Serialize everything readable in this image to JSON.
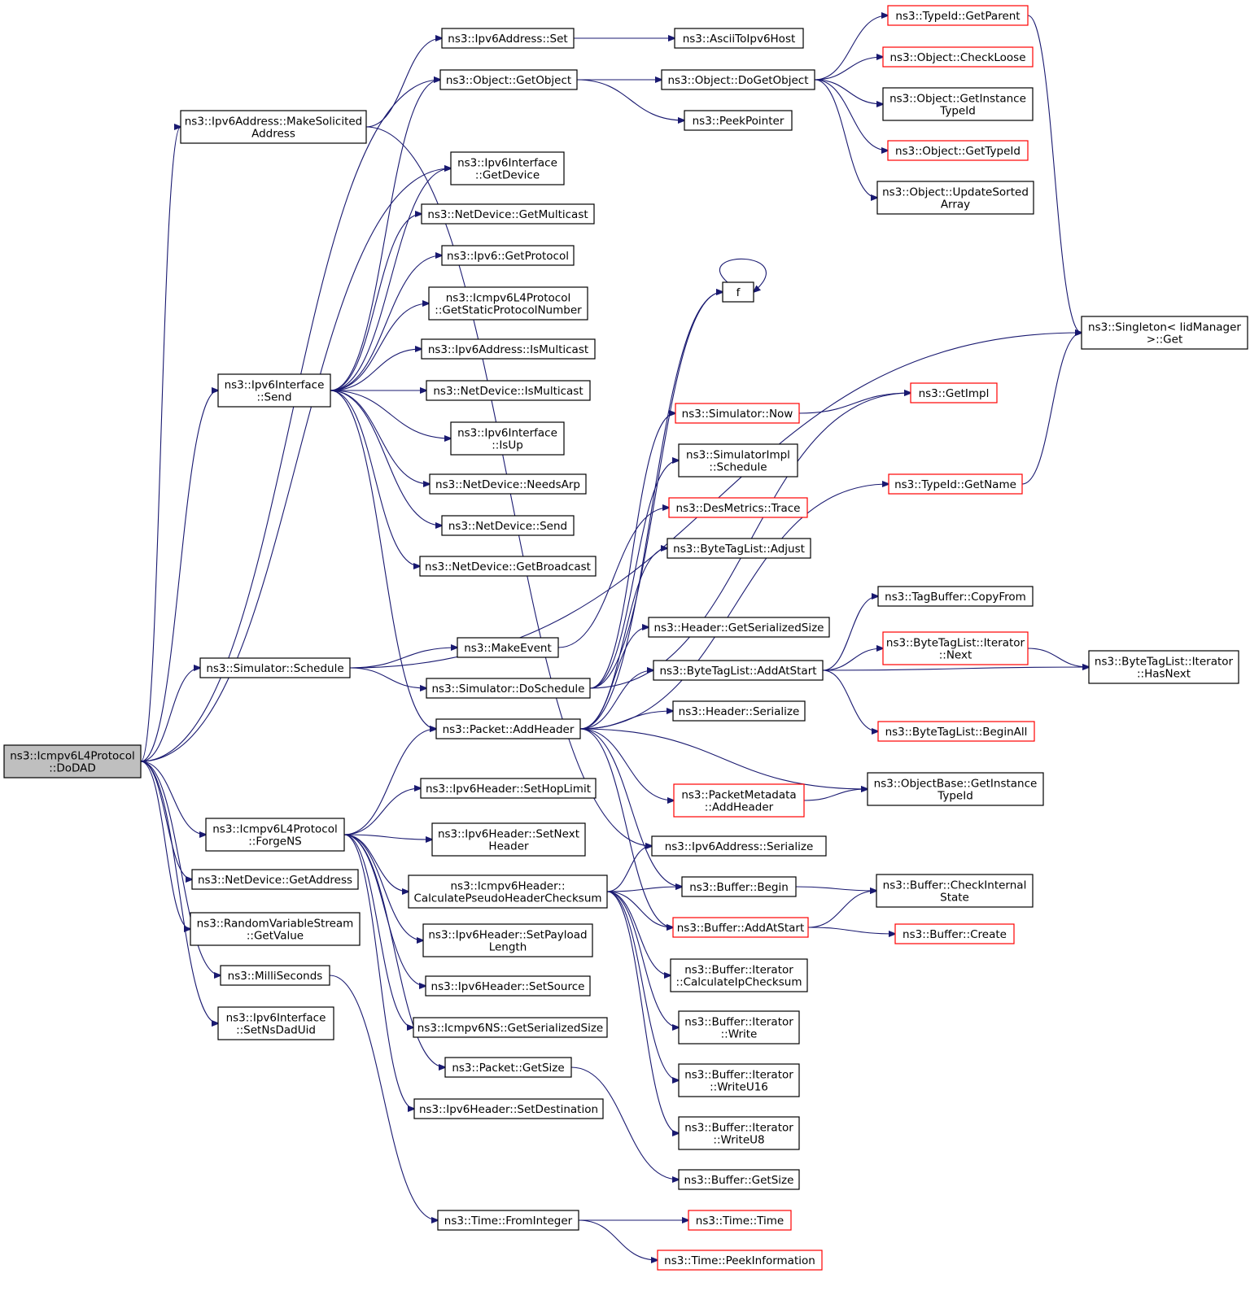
{
  "colors": {
    "edge": "#191970",
    "node_border": "#000000",
    "node_border_truncated": "#ff0000",
    "root_fill": "#bfbfbf"
  },
  "nodes": {
    "dodad": {
      "lines": [
        "ns3::Icmpv6L4Protocol",
        "::DoDAD"
      ],
      "style": "root"
    },
    "makeSolicited": {
      "lines": [
        "ns3::Ipv6Address::MakeSolicited",
        "Address"
      ],
      "style": "normal"
    },
    "ifSend": {
      "lines": [
        "ns3::Ipv6Interface",
        "::Send"
      ],
      "style": "normal"
    },
    "simSchedule": {
      "lines": [
        "ns3::Simulator::Schedule"
      ],
      "style": "normal"
    },
    "forgeNS": {
      "lines": [
        "ns3::Icmpv6L4Protocol",
        "::ForgeNS"
      ],
      "style": "normal"
    },
    "ndGetAddress": {
      "lines": [
        "ns3::NetDevice::GetAddress"
      ],
      "style": "normal"
    },
    "rvsGetValue": {
      "lines": [
        "ns3::RandomVariableStream",
        "::GetValue"
      ],
      "style": "normal"
    },
    "milliSeconds": {
      "lines": [
        "ns3::MilliSeconds"
      ],
      "style": "normal"
    },
    "setNsDadUid": {
      "lines": [
        "ns3::Ipv6Interface",
        "::SetNsDadUid"
      ],
      "style": "normal"
    },
    "ipv6AddrSet": {
      "lines": [
        "ns3::Ipv6Address::Set"
      ],
      "style": "normal"
    },
    "objGetObject": {
      "lines": [
        "ns3::Object::GetObject"
      ],
      "style": "normal"
    },
    "ifGetDevice": {
      "lines": [
        "ns3::Ipv6Interface",
        "::GetDevice"
      ],
      "style": "normal"
    },
    "ndGetMulticast": {
      "lines": [
        "ns3::NetDevice::GetMulticast"
      ],
      "style": "normal"
    },
    "ipv6GetProtocol": {
      "lines": [
        "ns3::Ipv6::GetProtocol"
      ],
      "style": "normal"
    },
    "getStaticProto": {
      "lines": [
        "ns3::Icmpv6L4Protocol",
        "::GetStaticProtocolNumber"
      ],
      "style": "normal"
    },
    "addrIsMulticast": {
      "lines": [
        "ns3::Ipv6Address::IsMulticast"
      ],
      "style": "normal"
    },
    "ndIsMulticast": {
      "lines": [
        "ns3::NetDevice::IsMulticast"
      ],
      "style": "normal"
    },
    "ifIsUp": {
      "lines": [
        "ns3::Ipv6Interface",
        "::IsUp"
      ],
      "style": "normal"
    },
    "ndNeedsArp": {
      "lines": [
        "ns3::NetDevice::NeedsArp"
      ],
      "style": "normal"
    },
    "ndSend": {
      "lines": [
        "ns3::NetDevice::Send"
      ],
      "style": "normal"
    },
    "ndGetBroadcast": {
      "lines": [
        "ns3::NetDevice::GetBroadcast"
      ],
      "style": "normal"
    },
    "makeEvent": {
      "lines": [
        "ns3::MakeEvent"
      ],
      "style": "normal"
    },
    "simDoSchedule": {
      "lines": [
        "ns3::Simulator::DoSchedule"
      ],
      "style": "normal"
    },
    "pktAddHeader": {
      "lines": [
        "ns3::Packet::AddHeader"
      ],
      "style": "normal"
    },
    "setHopLimit": {
      "lines": [
        "ns3::Ipv6Header::SetHopLimit"
      ],
      "style": "normal"
    },
    "setNextHeader": {
      "lines": [
        "ns3::Ipv6Header::SetNext",
        "Header"
      ],
      "style": "normal"
    },
    "calcPseudo": {
      "lines": [
        "ns3::Icmpv6Header::",
        "CalculatePseudoHeaderChecksum"
      ],
      "style": "normal"
    },
    "setPayloadLen": {
      "lines": [
        "ns3::Ipv6Header::SetPayload",
        "Length"
      ],
      "style": "normal"
    },
    "setSource": {
      "lines": [
        "ns3::Ipv6Header::SetSource"
      ],
      "style": "normal"
    },
    "nsGetSerSize": {
      "lines": [
        "ns3::Icmpv6NS::GetSerializedSize"
      ],
      "style": "normal"
    },
    "pktGetSize": {
      "lines": [
        "ns3::Packet::GetSize"
      ],
      "style": "normal"
    },
    "setDestination": {
      "lines": [
        "ns3::Ipv6Header::SetDestination"
      ],
      "style": "normal"
    },
    "timeFromInteger": {
      "lines": [
        "ns3::Time::FromInteger"
      ],
      "style": "normal"
    },
    "asciiToIpv6": {
      "lines": [
        "ns3::AsciiToIpv6Host"
      ],
      "style": "normal"
    },
    "objDoGetObject": {
      "lines": [
        "ns3::Object::DoGetObject"
      ],
      "style": "normal"
    },
    "peekPointer": {
      "lines": [
        "ns3::PeekPointer"
      ],
      "style": "normal"
    },
    "f": {
      "lines": [
        "f"
      ],
      "style": "normal"
    },
    "simNow": {
      "lines": [
        "ns3::Simulator::Now"
      ],
      "style": "red"
    },
    "simImplSchedule": {
      "lines": [
        "ns3::SimulatorImpl",
        "::Schedule"
      ],
      "style": "normal"
    },
    "desTrace": {
      "lines": [
        "ns3::DesMetrics::Trace"
      ],
      "style": "red"
    },
    "btlAdjust": {
      "lines": [
        "ns3::ByteTagList::Adjust"
      ],
      "style": "normal"
    },
    "hdrGetSerSize": {
      "lines": [
        "ns3::Header::GetSerializedSize"
      ],
      "style": "normal"
    },
    "btlAddAtStart": {
      "lines": [
        "ns3::ByteTagList::AddAtStart"
      ],
      "style": "normal"
    },
    "hdrSerialize": {
      "lines": [
        "ns3::Header::Serialize"
      ],
      "style": "normal"
    },
    "pmAddHeader": {
      "lines": [
        "ns3::PacketMetadata",
        "::AddHeader"
      ],
      "style": "red"
    },
    "addrSerialize": {
      "lines": [
        "ns3::Ipv6Address::Serialize"
      ],
      "style": "normal"
    },
    "bufBegin": {
      "lines": [
        "ns3::Buffer::Begin"
      ],
      "style": "normal"
    },
    "bufAddAtStart": {
      "lines": [
        "ns3::Buffer::AddAtStart"
      ],
      "style": "red"
    },
    "itCalcIp": {
      "lines": [
        "ns3::Buffer::Iterator",
        "::CalculateIpChecksum"
      ],
      "style": "normal"
    },
    "itWrite": {
      "lines": [
        "ns3::Buffer::Iterator",
        "::Write"
      ],
      "style": "normal"
    },
    "itWriteU16": {
      "lines": [
        "ns3::Buffer::Iterator",
        "::WriteU16"
      ],
      "style": "normal"
    },
    "itWriteU8": {
      "lines": [
        "ns3::Buffer::Iterator",
        "::WriteU8"
      ],
      "style": "normal"
    },
    "bufGetSize": {
      "lines": [
        "ns3::Buffer::GetSize"
      ],
      "style": "normal"
    },
    "timeTime": {
      "lines": [
        "ns3::Time::Time"
      ],
      "style": "red"
    },
    "timePeekInfo": {
      "lines": [
        "ns3::Time::PeekInformation"
      ],
      "style": "red"
    },
    "typeGetParent": {
      "lines": [
        "ns3::TypeId::GetParent"
      ],
      "style": "red"
    },
    "objCheckLoose": {
      "lines": [
        "ns3::Object::CheckLoose"
      ],
      "style": "red"
    },
    "objGetInstTid": {
      "lines": [
        "ns3::Object::GetInstance",
        "TypeId"
      ],
      "style": "normal"
    },
    "objGetTypeId": {
      "lines": [
        "ns3::Object::GetTypeId"
      ],
      "style": "red"
    },
    "objUpdateSorted": {
      "lines": [
        "ns3::Object::UpdateSorted",
        "Array"
      ],
      "style": "normal"
    },
    "singletonGet": {
      "lines": [
        "ns3::Singleton< IidManager",
        ">::Get"
      ],
      "style": "normal"
    },
    "getImpl": {
      "lines": [
        "ns3::GetImpl"
      ],
      "style": "red"
    },
    "typeGetName": {
      "lines": [
        "ns3::TypeId::GetName"
      ],
      "style": "red"
    },
    "tbCopyFrom": {
      "lines": [
        "ns3::TagBuffer::CopyFrom"
      ],
      "style": "normal"
    },
    "btlItNext": {
      "lines": [
        "ns3::ByteTagList::Iterator",
        "::Next"
      ],
      "style": "red"
    },
    "btlItHasNext": {
      "lines": [
        "ns3::ByteTagList::Iterator",
        "::HasNext"
      ],
      "style": "normal"
    },
    "btlBeginAll": {
      "lines": [
        "ns3::ByteTagList::BeginAll"
      ],
      "style": "red"
    },
    "obGetInstTid": {
      "lines": [
        "ns3::ObjectBase::GetInstance",
        "TypeId"
      ],
      "style": "normal"
    },
    "bufCheckInternal": {
      "lines": [
        "ns3::Buffer::CheckInternal",
        "State"
      ],
      "style": "normal"
    },
    "bufCreate": {
      "lines": [
        "ns3::Buffer::Create"
      ],
      "style": "red"
    }
  }
}
